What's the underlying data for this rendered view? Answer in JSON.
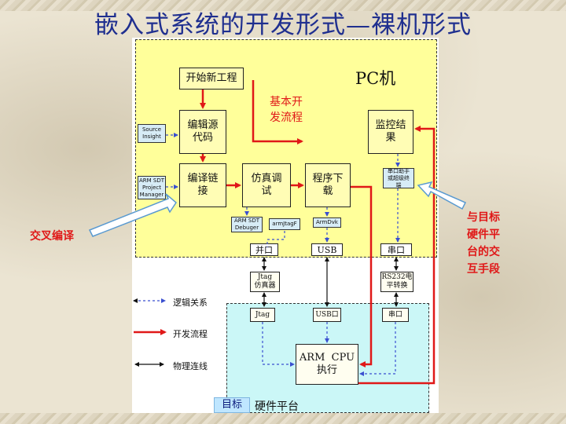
{
  "title": "嵌入式系统的开发形式—裸机形式",
  "pc_label": "PC机",
  "flow_note": "基本开\n发流程",
  "boxes": {
    "start": "开始新工程",
    "edit": "编辑源\n代码",
    "compile": "编译链\n接",
    "debug": "仿真调\n试",
    "download": "程序下\n载",
    "monitor": "监控结\n果"
  },
  "tools": {
    "source_insight": "Source\nInsight",
    "arm_sdt_pm": "ARM SDT\nProject\nManager",
    "arm_sdt_debugger": "ARM SDT\nDebuger",
    "armjtagf": "armJtagF",
    "armdvk": "ArmDvk",
    "terminal": "串口助手\n或超级终\n端"
  },
  "pc_ports": {
    "parallel": "并口",
    "usb": "USB",
    "serial": "串口"
  },
  "middle": {
    "jtag_emulator": "Jtag\n仿真器",
    "rs232": "RS232电\n平转换"
  },
  "target_ports": {
    "jtag": "Jtag",
    "usb": "USB口",
    "serial": "串口"
  },
  "cpu": "ARM  CPU\n执行",
  "target_label_box": "目标",
  "target_label_rest": "硬件平台",
  "legend": {
    "logic": "逻辑关系",
    "flow": "开发流程",
    "physical": "物理连线"
  },
  "cross_compile": "交叉编译",
  "interact_note": "与目标\n硬件平\n台的交\n互手段",
  "colors": {
    "title": "#1f2f8f",
    "pc_area": "#ffff9a",
    "target_area": "#cbf7f7",
    "flow_red": "#e01818",
    "logic_blue": "#3a4fd0"
  }
}
